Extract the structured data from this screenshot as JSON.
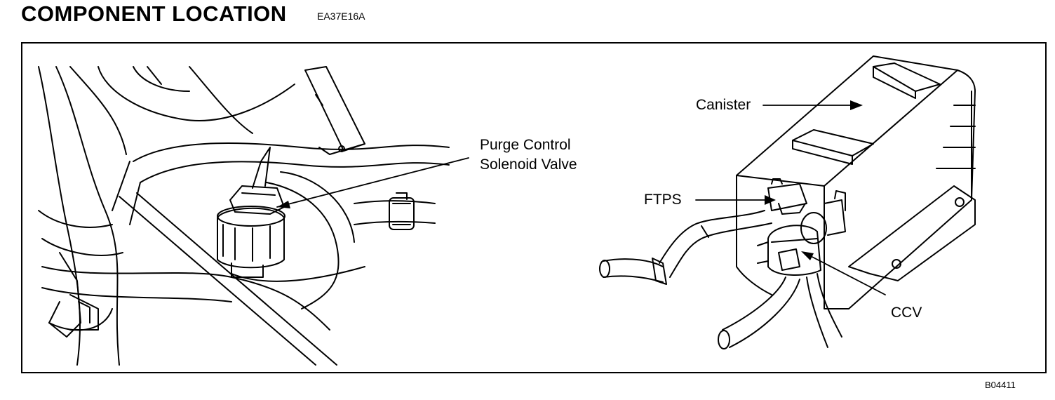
{
  "header": {
    "title": "COMPONENT  LOCATION",
    "code": "EA37E16A"
  },
  "figure_number": "B04411",
  "labels": {
    "purge_line1": "Purge Control",
    "purge_line2": "Solenoid Valve",
    "canister": "Canister",
    "ftps": "FTPS",
    "ccv": "CCV"
  }
}
